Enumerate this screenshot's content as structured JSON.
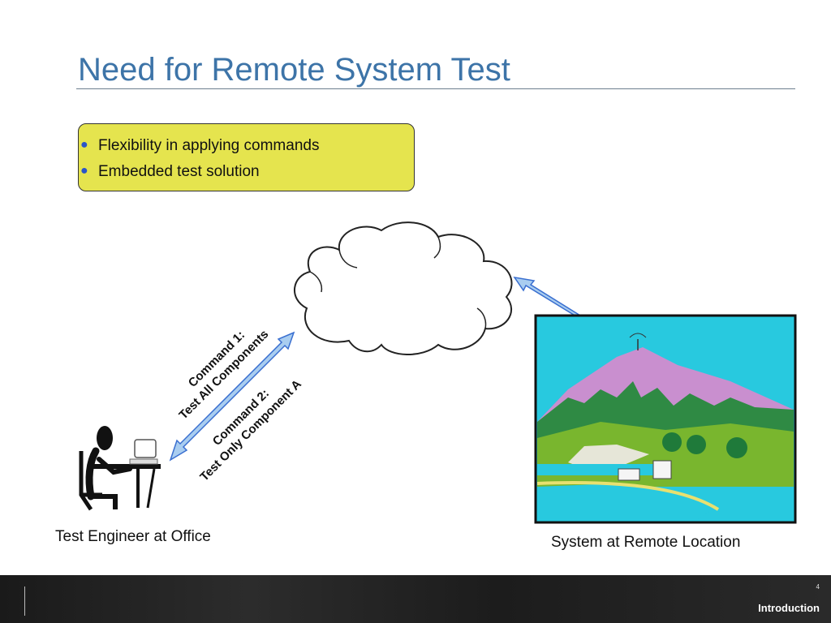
{
  "slide": {
    "title": "Need for Remote System Test",
    "bullets": [
      "Flexibility in applying commands",
      "Embedded test solution"
    ]
  },
  "diagram": {
    "command1_title": "Command 1:",
    "command1_desc": "Test All Components",
    "command2_title": "Command 2:",
    "command2_desc": "Test Only Component A",
    "left_caption": "Test Engineer at Office",
    "right_caption": "System at Remote Location"
  },
  "footer": {
    "page_number": "4",
    "section": "Introduction"
  },
  "colors": {
    "title": "#3d74a8",
    "bullet_box": "#e5e44e",
    "bullet_dot": "#2b55c8",
    "arrow_fill": "#a9cdf0",
    "arrow_stroke": "#3a6fd0",
    "sky": "#27c8e0",
    "mountain": "#c98fcf"
  }
}
